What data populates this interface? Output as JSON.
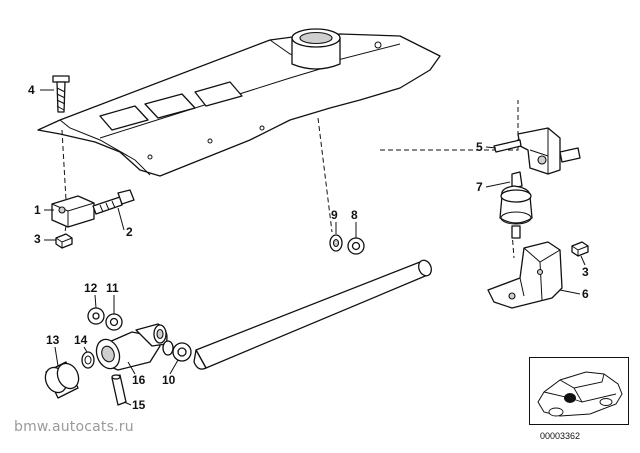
{
  "watermark": "bmw.autocats.ru",
  "diagram_code": "00003362",
  "callouts": [
    "1",
    "2",
    "3",
    "4",
    "5",
    "6",
    "7",
    "8",
    "9",
    "10",
    "11",
    "12",
    "13",
    "14",
    "15",
    "16",
    "3"
  ],
  "colors": {
    "line": "#111111",
    "watermark": "#9a9a9a",
    "background": "#ffffff"
  }
}
